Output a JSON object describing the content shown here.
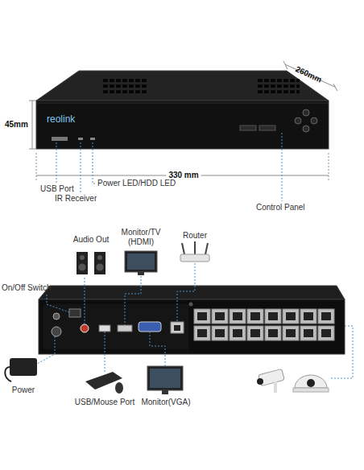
{
  "diagram": {
    "labels": [
      "45mm",
      "260mm",
      "330 mm",
      "reolink",
      "USB Port",
      "IR Receiver",
      "Power LED/HDD LED",
      "Control Panel",
      "Audio Out",
      "Monitor/TV (HDMI)",
      "Router",
      "On/Off Switch",
      "Power",
      "USB/Mouse Port",
      "Monitor(VGA)"
    ]
  }
}
